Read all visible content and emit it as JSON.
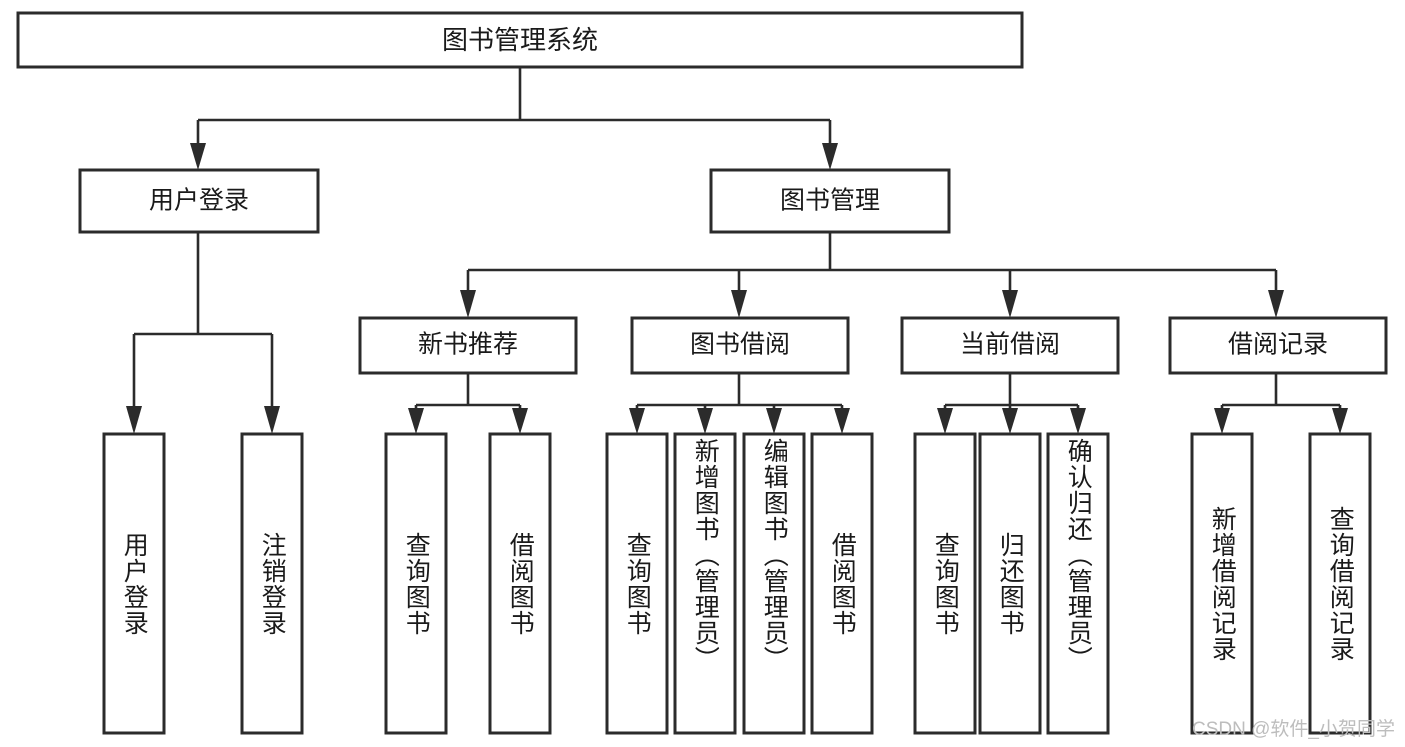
{
  "diagram": {
    "title": "图书管理系统",
    "type": "functional-structure-tree",
    "root": {
      "id": "root",
      "label": "图书管理系统"
    },
    "level2": [
      {
        "id": "user-login",
        "label": "用户登录"
      },
      {
        "id": "book-manage",
        "label": "图书管理"
      }
    ],
    "level3": [
      {
        "id": "new-book-recommend",
        "label": "新书推荐",
        "parent": "book-manage"
      },
      {
        "id": "book-borrow",
        "label": "图书借阅",
        "parent": "book-manage"
      },
      {
        "id": "current-borrow",
        "label": "当前借阅",
        "parent": "book-manage"
      },
      {
        "id": "borrow-record",
        "label": "借阅记录",
        "parent": "book-manage"
      }
    ],
    "leaves": [
      {
        "id": "leaf-user-login",
        "label": "用户登录",
        "parent": "user-login"
      },
      {
        "id": "leaf-user-logout",
        "label": "注销登录",
        "parent": "user-login"
      },
      {
        "id": "leaf-query-book-1",
        "label": "查询图书",
        "parent": "new-book-recommend"
      },
      {
        "id": "leaf-borrow-book-1",
        "label": "借阅图书",
        "parent": "new-book-recommend"
      },
      {
        "id": "leaf-query-book-2",
        "label": "查询图书",
        "parent": "book-borrow"
      },
      {
        "id": "leaf-add-book",
        "label": "新增图书（管理员）",
        "parent": "book-borrow"
      },
      {
        "id": "leaf-edit-book",
        "label": "编辑图书（管理员）",
        "parent": "book-borrow"
      },
      {
        "id": "leaf-borrow-book-2",
        "label": "借阅图书",
        "parent": "book-borrow"
      },
      {
        "id": "leaf-query-book-3",
        "label": "查询图书",
        "parent": "current-borrow"
      },
      {
        "id": "leaf-return-book",
        "label": "归还图书",
        "parent": "current-borrow"
      },
      {
        "id": "leaf-confirm-return",
        "label": "确认归还（管理员）",
        "parent": "current-borrow"
      },
      {
        "id": "leaf-add-record",
        "label": "新增借阅记录",
        "parent": "borrow-record"
      },
      {
        "id": "leaf-query-record",
        "label": "查询借阅记录",
        "parent": "borrow-record"
      }
    ],
    "colors": {
      "box_stroke": "#2b2b2b",
      "box_fill": "#ffffff",
      "connector": "#2b2b2b",
      "text": "#1a1a1a",
      "watermark": "#bdbdbd",
      "background": "#ffffff"
    }
  },
  "watermark": {
    "text": "CSDN @软件_小贺同学"
  }
}
